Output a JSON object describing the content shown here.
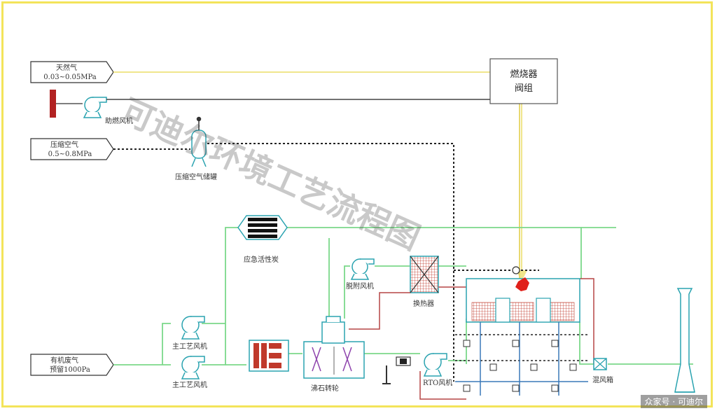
{
  "inputs": {
    "natural_gas": {
      "name": "天然气",
      "spec": "0.03~0.05MPa"
    },
    "compressed_air": {
      "name": "压缩空气",
      "spec": "0.5~0.8MPa"
    },
    "organic_waste_gas": {
      "name": "有机废气",
      "spec": "预留1000Pa"
    }
  },
  "equipment": {
    "burner_valve_group": [
      "燃烧器",
      "阀组"
    ],
    "combustion_fan": "助燃风机",
    "compressed_air_tank": "压缩空气储罐",
    "emergency_activated_carbon": "应急活性炭",
    "desorption_fan": "脱附风机",
    "heat_exchanger": "换热器",
    "main_fan_1": "主工艺风机",
    "main_fan_2": "主工艺风机",
    "zeolite_rotor": "沸石转轮",
    "rto_fan": "RTO风机",
    "mixing_box": "混风箱"
  },
  "watermark": "可迪尔环境工艺流程图",
  "corner_tag": "众家号 · 可迪尔",
  "colors": {
    "frame": "#f3e45a",
    "gas_line": "#f0e68c",
    "air_line": "#222222",
    "process_line": "#7bd88a",
    "hot_line": "#b54545",
    "cool_line": "#3a78b8",
    "equipment": "#2aa3b0"
  }
}
